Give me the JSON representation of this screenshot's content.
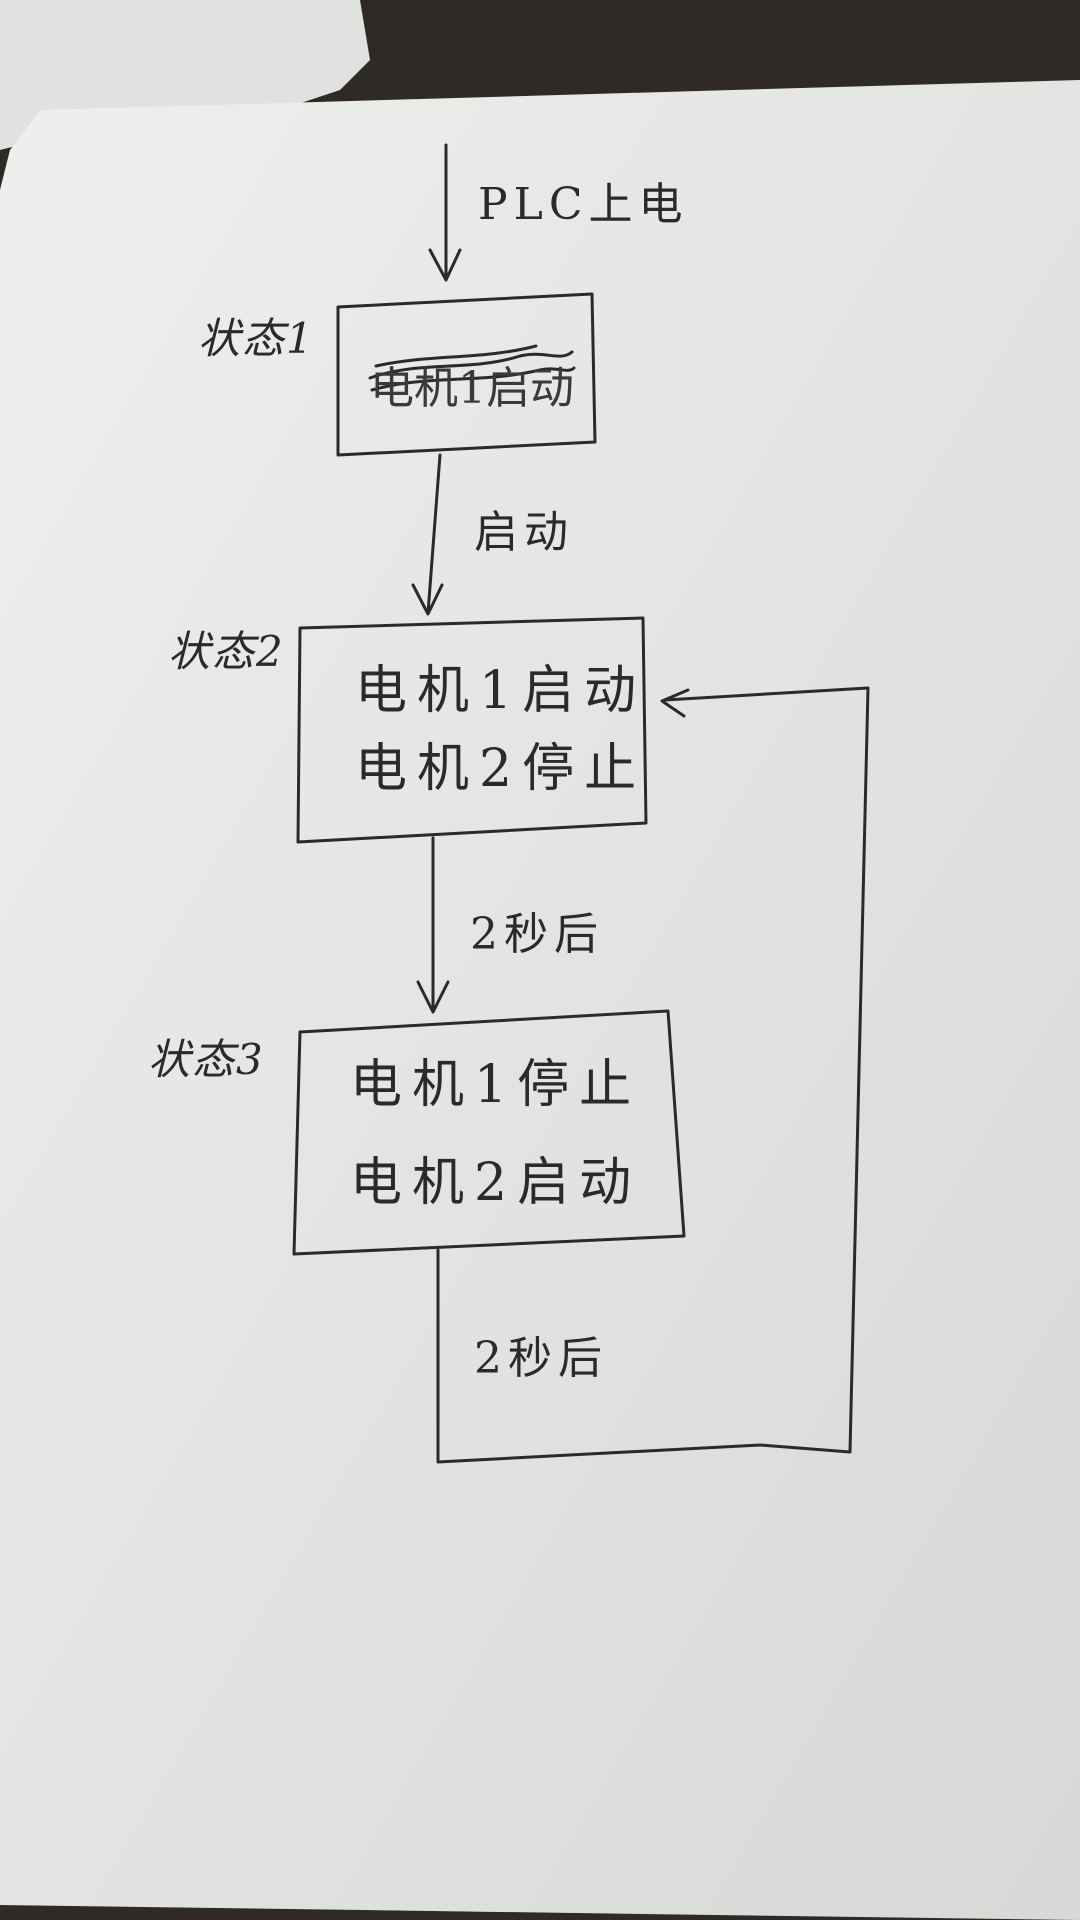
{
  "diagram": {
    "entry_label": "PLC上电",
    "states": [
      {
        "label": "状态1",
        "lines": [],
        "struck_text": "电机1启动"
      },
      {
        "label": "状态2",
        "lines": [
          "电机1启动",
          "电机2停止"
        ]
      },
      {
        "label": "状态3",
        "lines": [
          "电机1停止",
          "电机2启动"
        ]
      }
    ],
    "transitions": [
      {
        "from": "状态1",
        "to": "状态2",
        "label": "启动"
      },
      {
        "from": "状态2",
        "to": "状态3",
        "label": "2秒后"
      },
      {
        "from": "状态3",
        "to": "状态2",
        "label": "2秒后"
      }
    ]
  },
  "colors": {
    "ink": "#2a2a2a",
    "paper": "#e9ebe8",
    "table": "#2f2a26"
  }
}
